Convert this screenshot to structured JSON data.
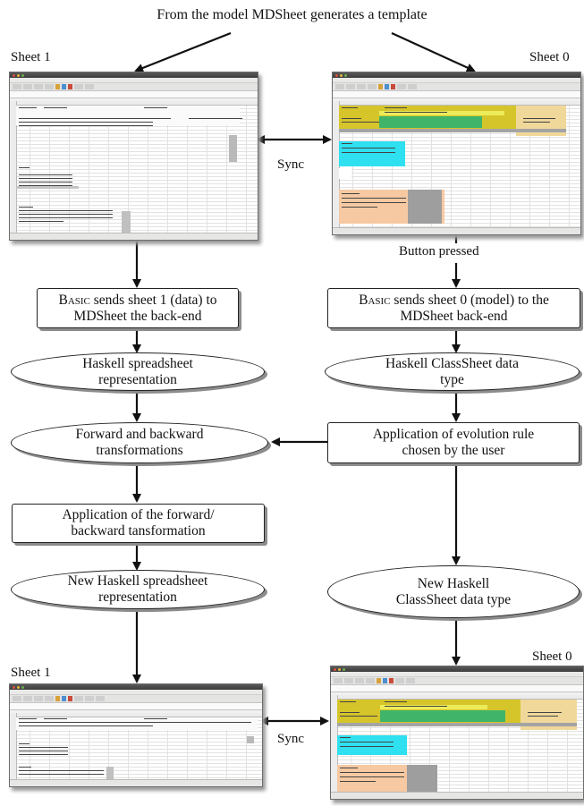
{
  "diagram": {
    "top_label": "From the model MDSheet generates a template",
    "sheet_left_top": "Sheet 1",
    "sheet_right_top": "Sheet 0",
    "sheet_left_bottom": "Sheet 1",
    "sheet_right_bottom": "Sheet 0",
    "sync_top": "Sync",
    "sync_bottom": "Sync",
    "button_pressed": "Button pressed",
    "left": {
      "basic_prefix": "Basic",
      "basic_rest": " sends sheet 1 (data) to",
      "basic_line2": "MDSheet the back-end",
      "haskell_line1": "Haskell spreadsheet",
      "haskell_line2": "representation",
      "fb_line1": "Forward and backward",
      "fb_line2": "transformations",
      "app_line1": "Application of the forward/",
      "app_line2": "backward tansformation",
      "new_line1": "New Haskell spreadsheet",
      "new_line2": "representation"
    },
    "right": {
      "basic_prefix": "Basic",
      "basic_rest": " sends sheet 0 (model) to the",
      "basic_line2": "MDSheet back-end",
      "haskell_line1": "Haskell ClassSheet data",
      "haskell_line2": "type",
      "evo_line1": "Application of evolution rule",
      "evo_line2": "chosen by the user",
      "new_line1": "New Haskell",
      "new_line2": "ClassSheet data type"
    }
  }
}
